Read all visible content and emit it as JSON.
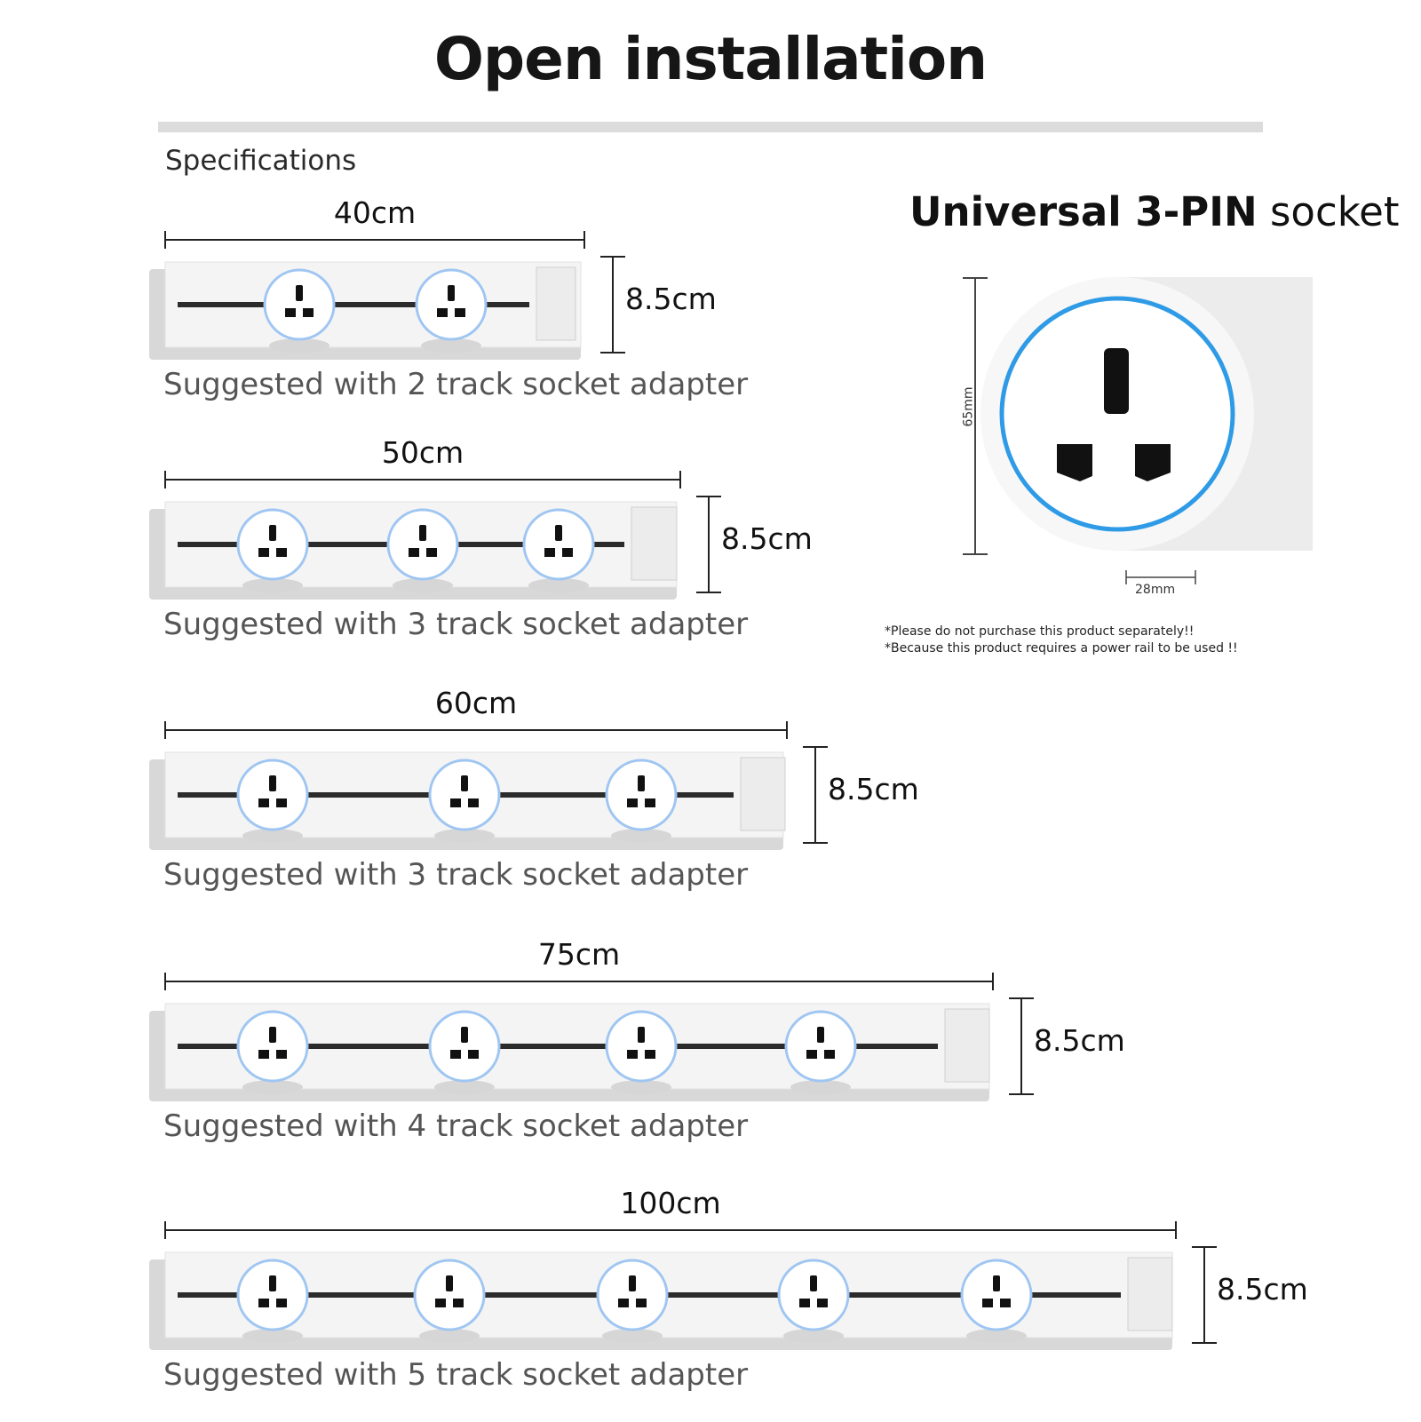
{
  "title": "Open installation",
  "section_label": "Specifications",
  "height_label": "8.5cm",
  "tracks": [
    {
      "length": "40cm",
      "caption": "Suggested with 2 track socket adapter"
    },
    {
      "length": "50cm",
      "caption": "Suggested with 3 track socket adapter"
    },
    {
      "length": "60cm",
      "caption": "Suggested with 3 track socket adapter"
    },
    {
      "length": "75cm",
      "caption": "Suggested with 4 track socket adapter"
    },
    {
      "length": "100cm",
      "caption": "Suggested with 5 track socket adapter"
    }
  ],
  "product": {
    "title_bold": "Universal 3-PIN",
    "title_rest": " socket",
    "height_dim": "65mm",
    "depth_dim": "28mm",
    "notes": [
      "*Please do not purchase this product separately!!",
      "*Because this product requires a power rail to be used !!"
    ]
  },
  "colors": {
    "accent_ring": "#2f9be6",
    "socket_ring": "#9fc6f2",
    "track_line": "#2b2b2b",
    "panel": "#f3f3f3"
  }
}
